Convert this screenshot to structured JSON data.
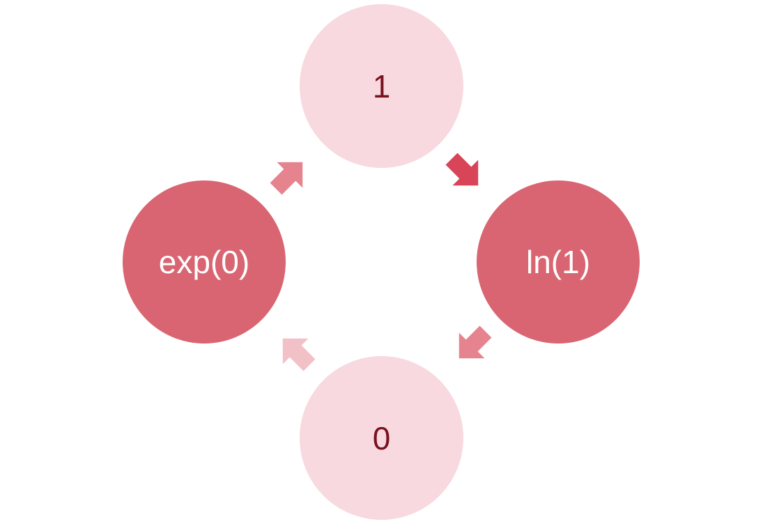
{
  "nodes": {
    "top": {
      "label": "1",
      "fill": "#f7d9df",
      "text_color": "#7a1020"
    },
    "right": {
      "label": "ln(1)",
      "fill": "#d96572",
      "text_color": "#ffffff"
    },
    "bottom": {
      "label": "0",
      "fill": "#f7d9df",
      "text_color": "#7a1020"
    },
    "left": {
      "label": "exp(0)",
      "fill": "#d96572",
      "text_color": "#ffffff"
    }
  },
  "arrows": {
    "top_to_right": {
      "color": "#d84458"
    },
    "right_to_bottom": {
      "color": "#e5848f"
    },
    "bottom_to_left": {
      "color": "#f1c1c7"
    },
    "left_to_top": {
      "color": "#e5848f"
    }
  }
}
